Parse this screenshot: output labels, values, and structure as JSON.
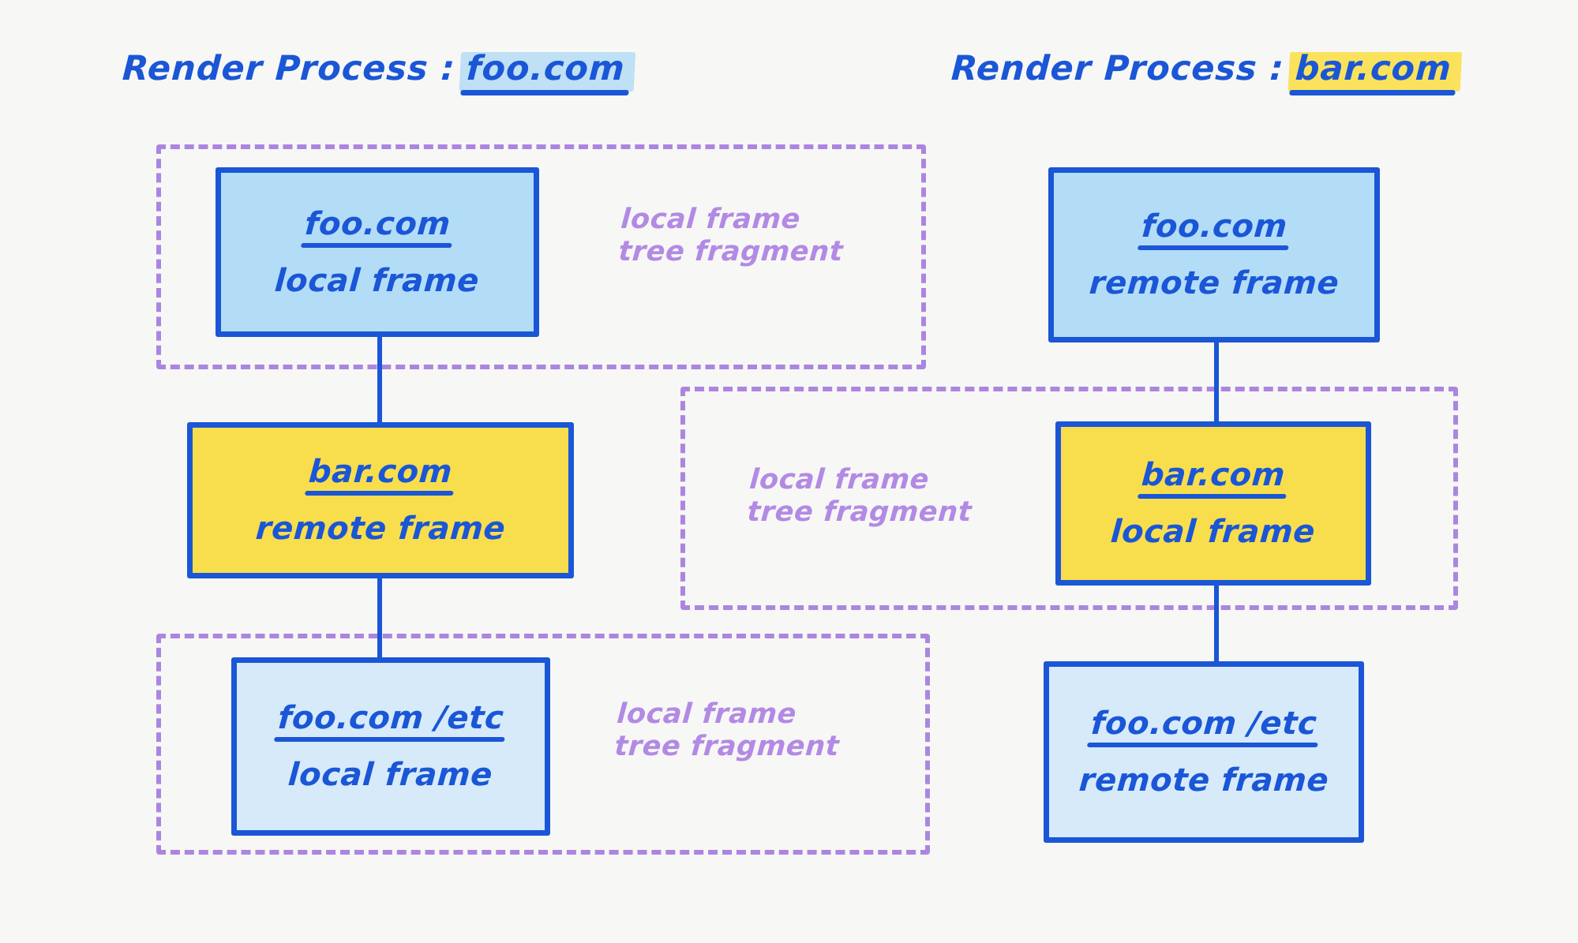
{
  "background_color": "#f7f7f5",
  "palette": {
    "ink_blue": "#1a56d6",
    "fill_blue_mid": "#b3dcf7",
    "fill_blue_light": "#d6eaf9",
    "fill_yellow": "#f8dd4d",
    "dashed_purple": "#ab86e0",
    "caption_purple": "#b28ae4",
    "highlight_blue": "#bfe0f5",
    "highlight_yellow": "#fae25c"
  },
  "headings": {
    "left": {
      "prefix": "Render Process :",
      "origin": "foo.com",
      "highlight": "blue"
    },
    "right": {
      "prefix": "Render Process :",
      "origin": "bar.com",
      "highlight": "yellow"
    }
  },
  "columns": [
    {
      "id": "render-process-foo",
      "boxes": [
        {
          "id": "foo-local",
          "origin": "foo.com",
          "kind": "local frame",
          "fill": "blue-mid"
        },
        {
          "id": "bar-remote",
          "origin": "bar.com",
          "kind": "remote frame",
          "fill": "yellow"
        },
        {
          "id": "foo-etc-local",
          "origin": "foo.com /etc",
          "kind": "local frame",
          "fill": "blue-light"
        }
      ]
    },
    {
      "id": "render-process-bar",
      "boxes": [
        {
          "id": "foo-remote",
          "origin": "foo.com",
          "kind": "remote frame",
          "fill": "blue-mid"
        },
        {
          "id": "bar-local",
          "origin": "bar.com",
          "kind": "local frame",
          "fill": "yellow"
        },
        {
          "id": "foo-etc-remote",
          "origin": "foo.com /etc",
          "kind": "remote frame",
          "fill": "blue-light"
        }
      ]
    }
  ],
  "fragments": [
    {
      "id": "fragment-foo-top",
      "caption": "local frame\ntree fragment"
    },
    {
      "id": "fragment-bar-middle",
      "caption": "local frame\ntree fragment"
    },
    {
      "id": "fragment-foo-bottom",
      "caption": "local frame\ntree fragment"
    }
  ]
}
